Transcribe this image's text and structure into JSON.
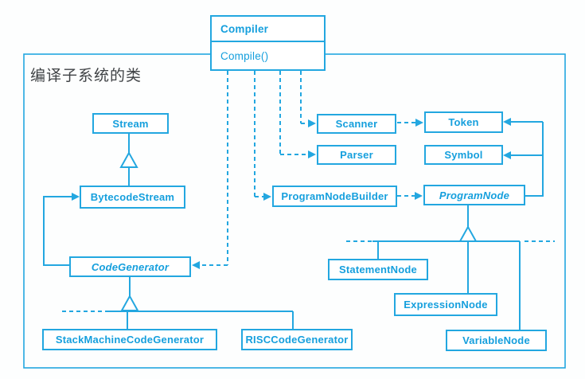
{
  "diagram": {
    "title": "Compiler subsystem UML class diagram",
    "subsystem_label": "编译子系统的类",
    "colors": {
      "accent": "#23a7e0",
      "text": "#159fdd",
      "label_text": "#3f4245",
      "background": "#ffffff"
    },
    "classes": {
      "compiler": {
        "name": "Compiler",
        "method": "Compile()"
      },
      "stream": {
        "name": "Stream"
      },
      "bytecode_stream": {
        "name": "BytecodeStream"
      },
      "code_generator": {
        "name": "CodeGenerator",
        "abstract": true
      },
      "stack_machine_code_generator": {
        "name": "StackMachineCodeGenerator"
      },
      "risc_code_generator": {
        "name": "RISCCodeGenerator"
      },
      "scanner": {
        "name": "Scanner"
      },
      "parser": {
        "name": "Parser"
      },
      "token": {
        "name": "Token"
      },
      "symbol": {
        "name": "Symbol"
      },
      "program_node_builder": {
        "name": "ProgramNodeBuilder"
      },
      "program_node": {
        "name": "ProgramNode",
        "abstract": true
      },
      "statement_node": {
        "name": "StatementNode"
      },
      "expression_node": {
        "name": "ExpressionNode"
      },
      "variable_node": {
        "name": "VariableNode"
      }
    },
    "relationships": [
      {
        "from": "Compiler",
        "to": "Scanner",
        "type": "dependency"
      },
      {
        "from": "Compiler",
        "to": "Parser",
        "type": "dependency"
      },
      {
        "from": "Compiler",
        "to": "ProgramNodeBuilder",
        "type": "dependency"
      },
      {
        "from": "Compiler",
        "to": "CodeGenerator",
        "type": "dependency"
      },
      {
        "from": "Scanner",
        "to": "Token",
        "type": "dependency"
      },
      {
        "from": "ProgramNodeBuilder",
        "to": "ProgramNode",
        "type": "dependency"
      },
      {
        "from": "ProgramNode",
        "to": "Token",
        "type": "association"
      },
      {
        "from": "ProgramNode",
        "to": "Symbol",
        "type": "association"
      },
      {
        "from": "CodeGenerator",
        "to": "BytecodeStream",
        "type": "association"
      },
      {
        "from": "BytecodeStream",
        "to": "Stream",
        "type": "inheritance"
      },
      {
        "from": "StackMachineCodeGenerator",
        "to": "CodeGenerator",
        "type": "inheritance"
      },
      {
        "from": "RISCCodeGenerator",
        "to": "CodeGenerator",
        "type": "inheritance"
      },
      {
        "from": "StatementNode",
        "to": "ProgramNode",
        "type": "inheritance"
      },
      {
        "from": "ExpressionNode",
        "to": "ProgramNode",
        "type": "inheritance"
      },
      {
        "from": "VariableNode",
        "to": "ProgramNode",
        "type": "inheritance"
      }
    ]
  }
}
